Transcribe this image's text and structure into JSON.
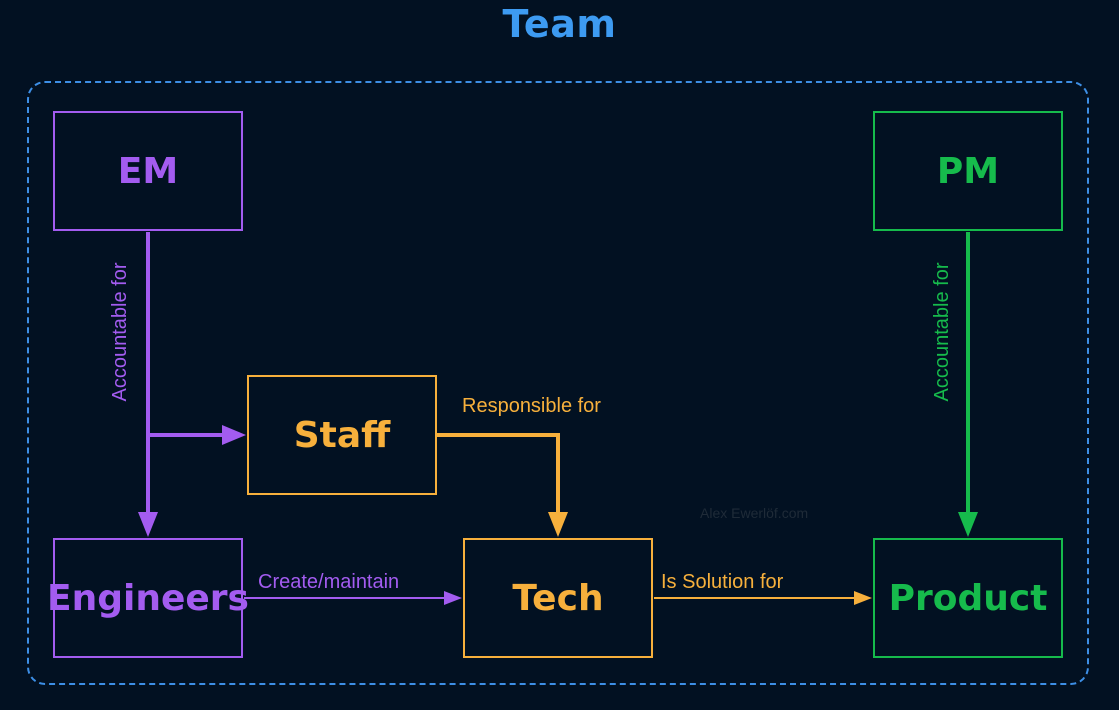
{
  "title": "Team",
  "colors": {
    "background": "#021122",
    "team_border": "#3d8fe6",
    "title": "#3d9bf2",
    "em_color": "#a35cf0",
    "staff_color": "#f7b03c",
    "pm_color": "#16bb4c"
  },
  "nodes": {
    "em": "EM",
    "pm": "PM",
    "staff": "Staff",
    "engineers": "Engineers",
    "tech": "Tech",
    "product": "Product"
  },
  "edges": {
    "em_accountable": "Accountable for",
    "pm_accountable": "Accountable for",
    "staff_responsible": "Responsible for",
    "engineers_create": "Create/maintain",
    "tech_solution": "Is Solution for"
  },
  "watermark": "Alex Ewerlöf.com"
}
